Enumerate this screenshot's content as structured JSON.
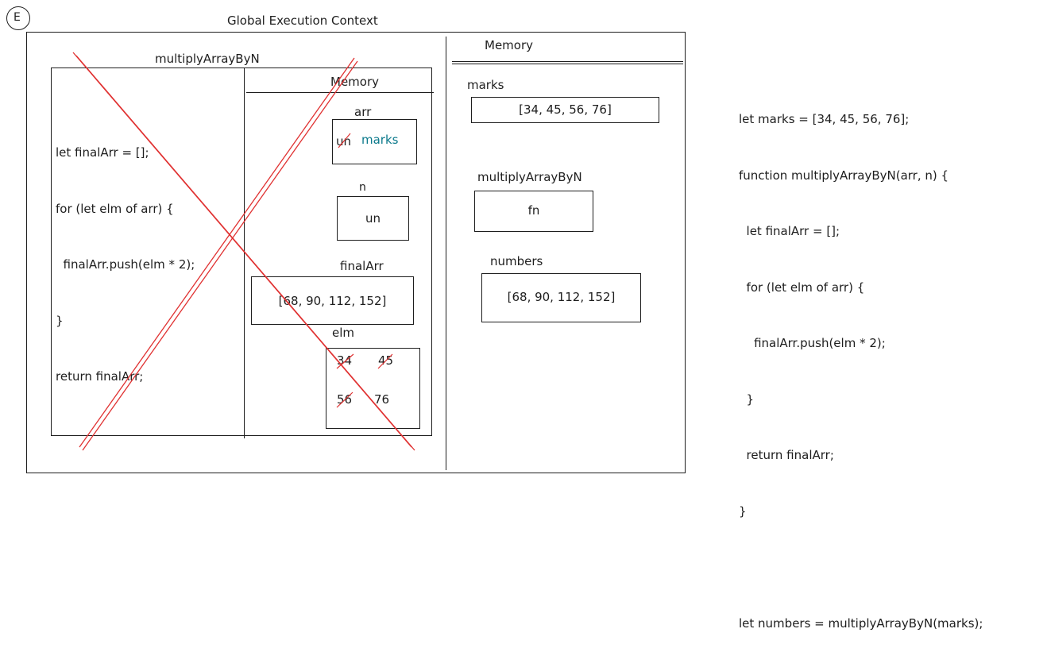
{
  "badge": {
    "letter": "E"
  },
  "global_context": {
    "title": "Global Execution Context",
    "memory_heading": "Memory",
    "memory": [
      {
        "name": "marks",
        "value": "[34, 45, 56, 76]"
      },
      {
        "name": "multiplyArrayByN",
        "value": "fn"
      },
      {
        "name": "numbers",
        "value": "[68, 90, 112, 152]"
      }
    ]
  },
  "function_context": {
    "title": "multiplyArrayByN",
    "code": [
      "let finalArr = [];",
      "for (let elm of arr) {",
      "  finalArr.push(elm * 2);",
      "}",
      "return finalArr;"
    ],
    "memory_heading": "Memory",
    "arr": {
      "name": "arr",
      "old_value": "un",
      "new_value": "marks"
    },
    "n": {
      "name": "n",
      "value": "un"
    },
    "finalArr": {
      "name": "finalArr",
      "value": "[68, 90, 112, 152]"
    },
    "elm": {
      "name": "elm",
      "values": [
        "34",
        "45",
        "56",
        "76"
      ]
    }
  },
  "source_code": [
    "let marks = [34, 45, 56, 76];",
    "function multiplyArrayByN(arr, n) {",
    "  let finalArr = [];",
    "  for (let elm of arr) {",
    "    finalArr.push(elm * 2);",
    "  }",
    "  return finalArr;",
    "}",
    "",
    "let numbers = multiplyArrayByN(marks);"
  ],
  "colors": {
    "ink": "#1e1e1e",
    "strike": "#e03131",
    "highlight": "#0c7a8c"
  }
}
